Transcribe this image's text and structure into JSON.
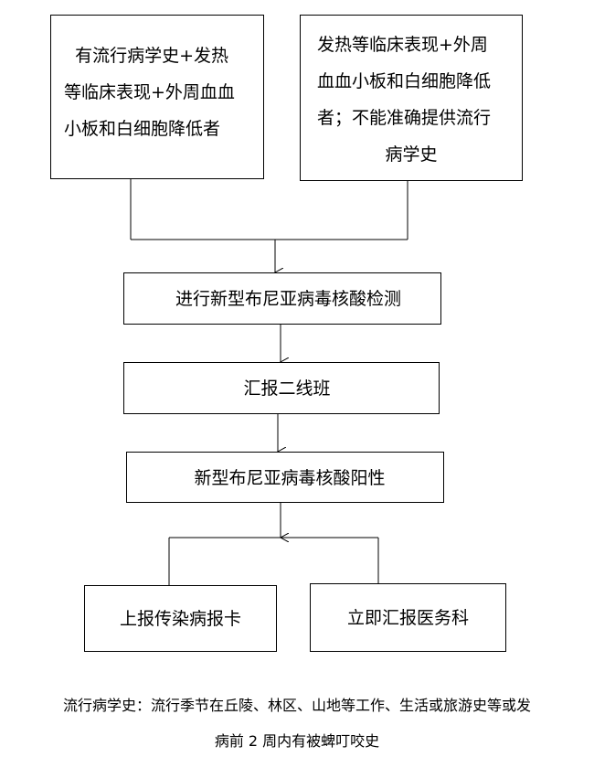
{
  "nodes": {
    "criteria_a": "有流行病学史+发热等临床表现+外周血血小板和白细胞降低者",
    "criteria_a_lines": [
      "  有流行病学史+发热",
      "等临床表现+外周血血",
      "小板和白细胞降低者"
    ],
    "criteria_b_lines": [
      "发热等临床表现+外周",
      "血血小板和白细胞降低",
      "者；不能准确提供流行",
      "病学史"
    ],
    "nucleic_test": "进行新型布尼亚病毒核酸检测",
    "report_second_line": "汇报二线班",
    "nucleic_positive": "新型布尼亚病毒核酸阳性",
    "infectious_card": "上报传染病报卡",
    "report_medical_dept": "立即汇报医务科"
  },
  "footnote": {
    "line1": "流行病学史：流行季节在丘陵、林区、山地等工作、生活或旅游史等或发",
    "line2": "病前 2 周内有被蜱叮咬史"
  }
}
